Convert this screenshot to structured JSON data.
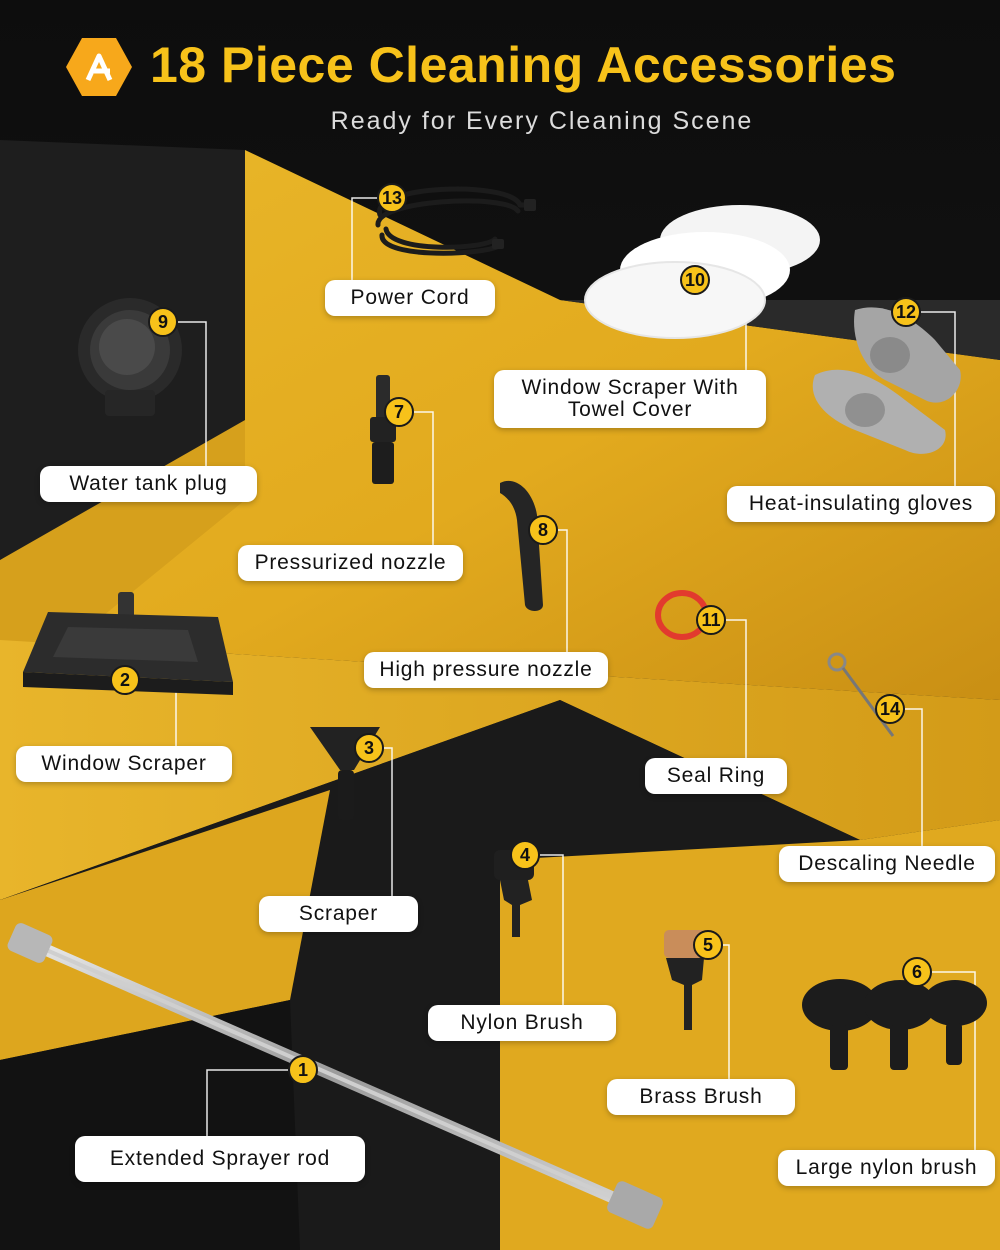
{
  "header": {
    "logo_icon": "brand-hexagon-g-logo",
    "title": "18 Piece Cleaning Accessories",
    "subtitle": "Ready for Every Cleaning Scene"
  },
  "colors": {
    "accent": "#F7C21A",
    "background": "#141414",
    "panel": "#E6B122",
    "label_bg": "#FFFFFF"
  },
  "items": [
    {
      "number": "1",
      "label": "Extended Sprayer rod",
      "icon": "sprayer-rod-icon"
    },
    {
      "number": "2",
      "label": "Window Scraper",
      "icon": "window-scraper-icon"
    },
    {
      "number": "3",
      "label": "Scraper",
      "icon": "scraper-icon"
    },
    {
      "number": "4",
      "label": "Nylon Brush",
      "icon": "nylon-brush-icon"
    },
    {
      "number": "5",
      "label": "Brass Brush",
      "icon": "brass-brush-icon"
    },
    {
      "number": "6",
      "label": "Large nylon brush",
      "icon": "large-nylon-brush-icon"
    },
    {
      "number": "7",
      "label": "Pressurized nozzle",
      "icon": "pressurized-nozzle-icon"
    },
    {
      "number": "8",
      "label": "High pressure nozzle",
      "icon": "high-pressure-nozzle-icon"
    },
    {
      "number": "9",
      "label": "Water tank plug",
      "icon": "water-tank-plug-icon"
    },
    {
      "number": "10",
      "label": "Window Scraper With Towel Cover",
      "icon": "towel-cover-icon"
    },
    {
      "number": "11",
      "label": "Seal Ring",
      "icon": "seal-ring-icon"
    },
    {
      "number": "12",
      "label": "Heat-insulating gloves",
      "icon": "gloves-icon"
    },
    {
      "number": "13",
      "label": "Power Cord",
      "icon": "power-cord-icon"
    },
    {
      "number": "14",
      "label": "Descaling Needle",
      "icon": "descaling-needle-icon"
    }
  ]
}
